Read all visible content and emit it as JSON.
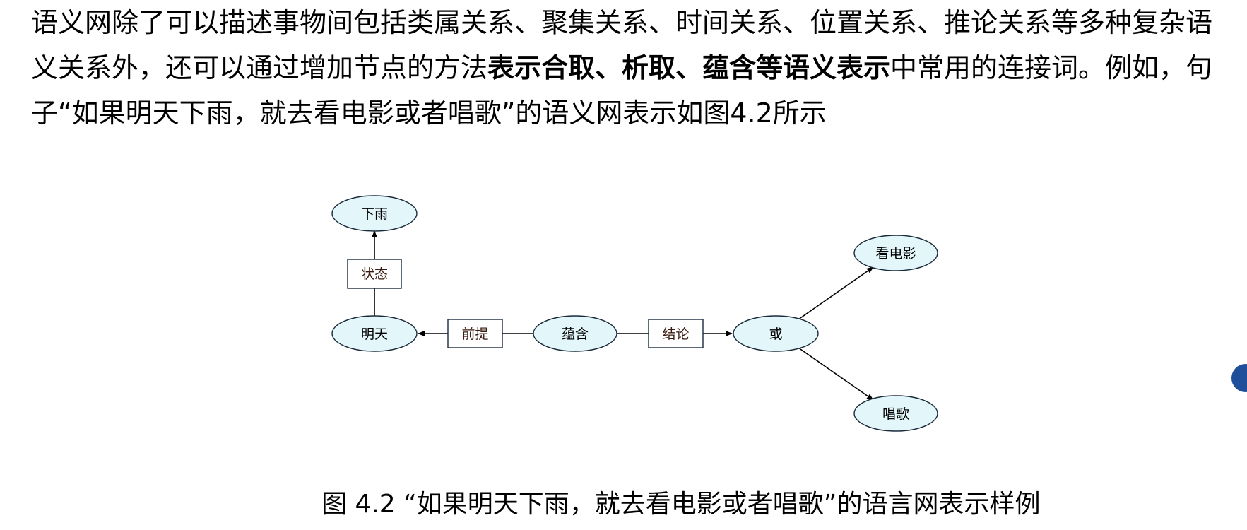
{
  "paragraph": {
    "part1": "语义网除了可以描述事物间包括类属关系、聚集关系、时间关系、位置关系、推论关系等多种复杂语义关系外，还可以通过增加节点的方法",
    "bold": "表示合取、析取、蕴含等语义表示",
    "part2": "中常用的连接词。例如，句子“如果明天下雨，就去看电影或者唱歌”的语义网表示如图4.2所示"
  },
  "diagram": {
    "nodes": {
      "xiayu": "下雨",
      "mingtian": "明天",
      "yunhan": "蕴含",
      "huo": "或",
      "kandianying": "看电影",
      "changge": "唱歌"
    },
    "relations": {
      "zhuangtai": "状态",
      "qianti": "前提",
      "jielun": "结论"
    },
    "colors": {
      "node_fill": "#e3f7fb",
      "node_stroke": "#1a2a3a",
      "rel_fill": "#ffffff",
      "edge": "#000000"
    }
  },
  "caption": "图 4.2 “如果明天下雨，就去看电影或者唱歌”的语言网表示样例"
}
